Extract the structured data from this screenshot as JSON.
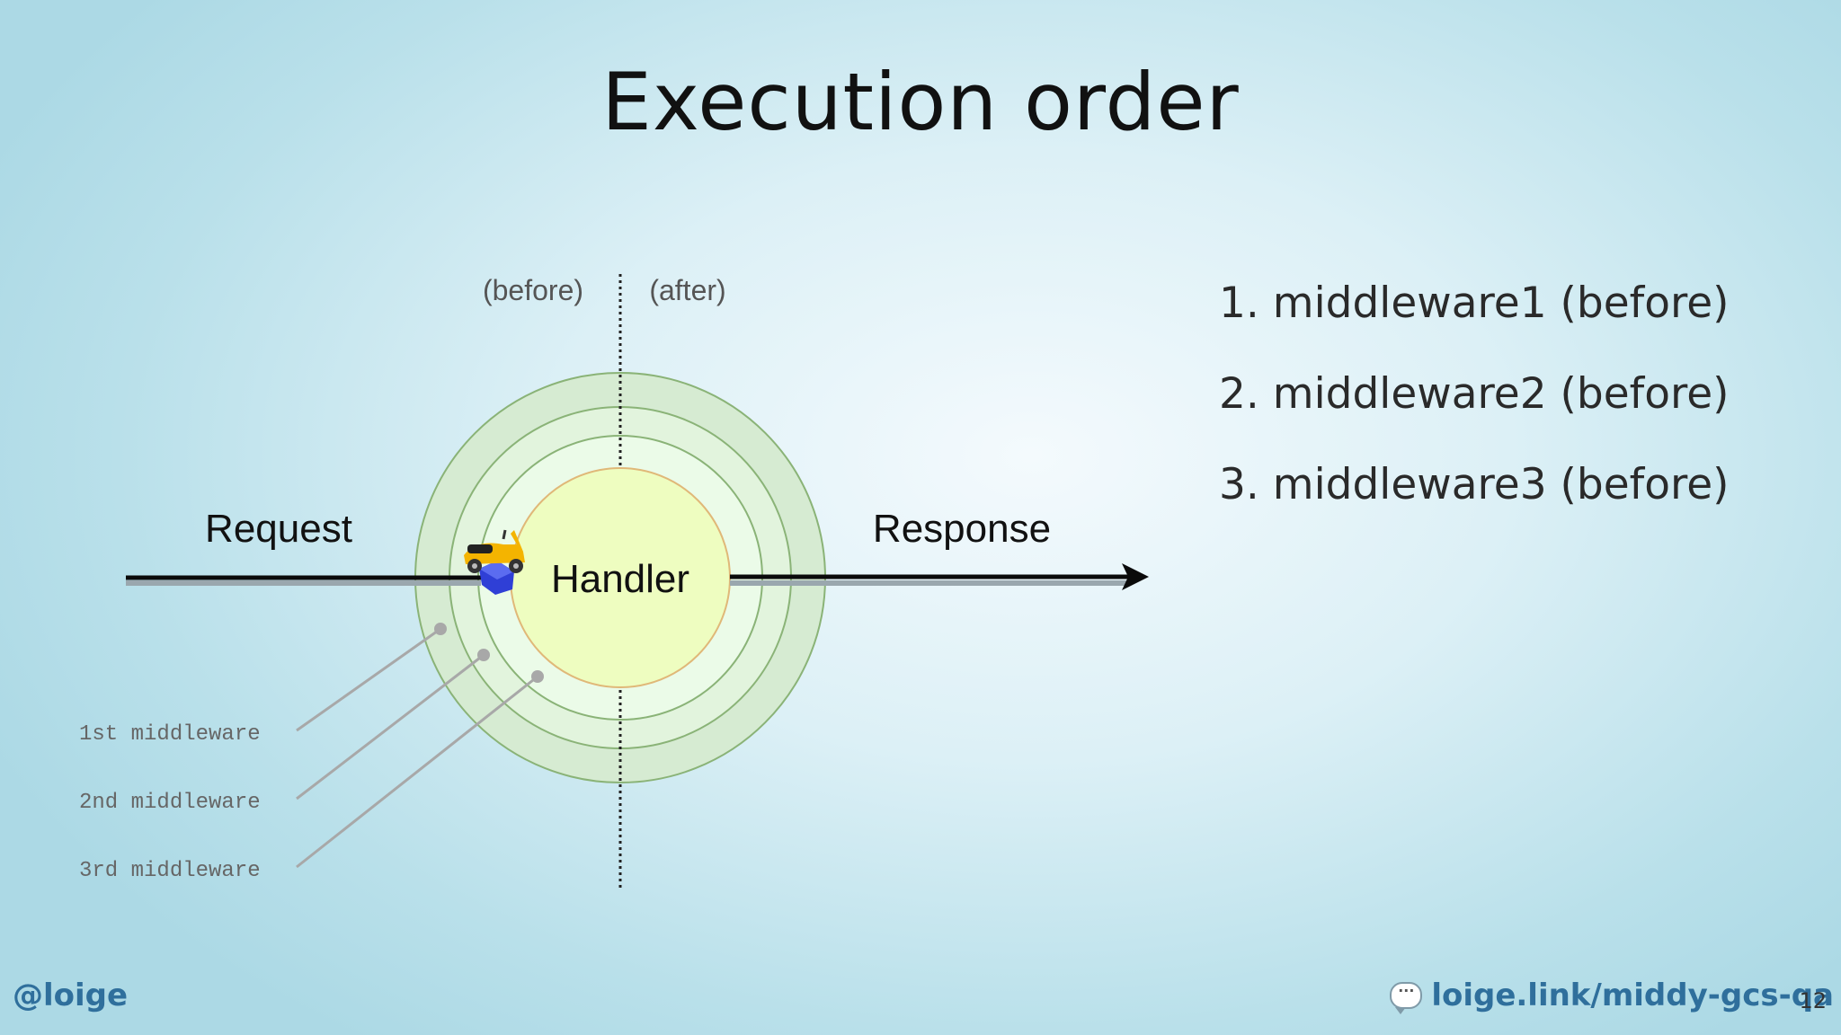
{
  "slide": {
    "title": "Execution order"
  },
  "diagram": {
    "before_label": "(before)",
    "after_label": "(after)",
    "request_label": "Request",
    "response_label": "Response",
    "handler_label": "Handler",
    "middleware_labels": [
      "1st middleware",
      "2nd middleware",
      "3rd middleware"
    ],
    "colors": {
      "handler_fill": "#eefdc0",
      "handler_stroke": "#e0b878",
      "ring_fill_outer": "#d6ebd2",
      "ring_fill_mid": "#e2f4dd",
      "ring_fill_inner": "#ebfbe8",
      "ring_stroke": "#8ab377",
      "arrow": "#0a0a0a",
      "pointer": "#a8a8a8"
    },
    "icons": [
      "scooter-icon",
      "package-icon"
    ]
  },
  "steps": [
    "1. middleware1 (before)",
    "2. middleware2 (before)",
    "3. middleware3 (before)"
  ],
  "footer": {
    "handle": "@loige",
    "link": "loige.link/middy-gcs-qa",
    "page_number": "12"
  }
}
